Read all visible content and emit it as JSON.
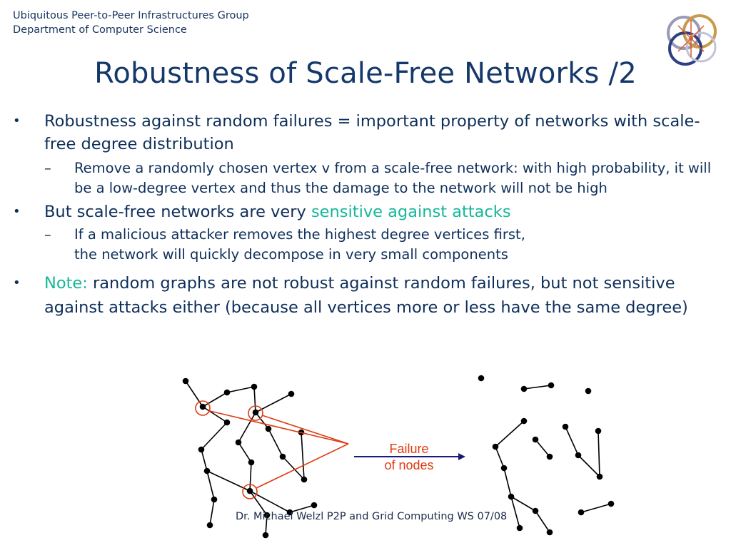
{
  "header": {
    "line1": "Ubiquitous Peer-to-Peer Infrastructures Group",
    "line2": "Department of Computer Science"
  },
  "title": "Robustness of Scale-Free Networks /2",
  "bullets": {
    "b1": "Robustness against random failures = important property of networks with scale-free degree distribution",
    "b1_sub": "Remove a randomly chosen vertex v from a scale-free network: with high probability, it will be a low-degree vertex and thus the damage to the network will not be high",
    "b2_pre": "But scale-free networks are very ",
    "b2_hl": "sensitive against attacks",
    "b2_sub_line1": "If a malicious attacker removes the highest degree vertices first,",
    "b2_sub_line2": "the network will quickly decompose in very small components",
    "b3_hl": "Note:",
    "b3_rest": " random graphs are not robust against random failures, but not sensitive against attacks either (because all vertices more or less have the same degree)"
  },
  "diagram": {
    "label_line1": "Failure",
    "label_line2": "of nodes"
  },
  "footer": "Dr. Michael Welzl P2P and Grid Computing WS 07/08",
  "colors": {
    "text": "#0e2f5a",
    "highlight": "#16b79a",
    "failure": "#e03b12",
    "arrow": "#1a1a7a"
  }
}
